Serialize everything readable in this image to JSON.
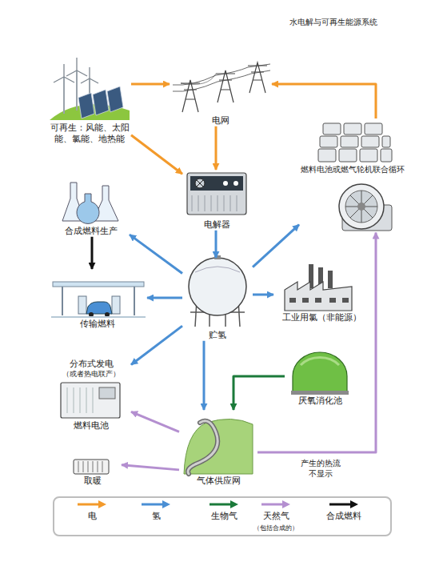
{
  "diagram": {
    "title": "水电解与可再生能源系统",
    "nodes": [
      {
        "text": [
          "可再生：风能、太阳能、氯能、地热能"
        ]
      },
      {
        "text": [
          "电网"
        ]
      },
      {
        "text": [
          "燃料电池或燃气轮机联合循环"
        ]
      },
      {
        "text": [
          "电解器"
        ]
      },
      {
        "text": [
          "合成燃料生产"
        ]
      },
      {
        "text": [
          "贮氢"
        ]
      },
      {
        "text": [
          "传输燃料"
        ]
      },
      {
        "text": [
          "工业用氯（非能源）"
        ]
      },
      {
        "text": [
          "厌氧消化池"
        ]
      },
      {
        "text": [
          "分布式发电",
          "（或者热电联产）",
          "燃料电池"
        ]
      },
      {
        "text": [
          "气体供应网"
        ]
      },
      {
        "text": [
          "取暖"
        ]
      }
    ],
    "edges": [
      {
        "from": 0,
        "to": 1,
        "arrow": "to"
      },
      {
        "from": 0,
        "to": 3,
        "arrow": "to"
      },
      {
        "from": 1,
        "to": 3,
        "arrow": "to"
      },
      {
        "from": 2,
        "to": 1,
        "arrow": "to"
      },
      {
        "from": 3,
        "to": 5,
        "arrow": "to"
      },
      {
        "from": 5,
        "to": 4,
        "arrow": "to"
      },
      {
        "from": 4,
        "to": 6,
        "arrow": "to"
      },
      {
        "from": 5,
        "to": 6,
        "arrow": "to"
      },
      {
        "from": 5,
        "to": 2,
        "arrow": "to"
      },
      {
        "from": 5,
        "to": 7,
        "arrow": "to"
      },
      {
        "from": 5,
        "to": 9,
        "arrow": "to"
      },
      {
        "from": 5,
        "to": 10,
        "arrow": "to"
      },
      {
        "from": 8,
        "to": 10,
        "arrow": "to"
      },
      {
        "from": 10,
        "to": 9,
        "arrow": "to"
      },
      {
        "from": 10,
        "to": 11,
        "arrow": "to"
      },
      {
        "from": 10,
        "to": 2,
        "arrow": "to"
      }
    ],
    "labels": [
      "产生的热流 不显示",
      "（包括合成的）"
    ],
    "legend": [
      {
        "text": "电",
        "color": "#f39a2b"
      },
      {
        "text": "氢",
        "color": "#4a8fd4"
      },
      {
        "text": "生物气",
        "color": "#1b7a3a"
      },
      {
        "text": "天然气",
        "color": "#b48fd0"
      },
      {
        "text": "合成燃料",
        "color": "#111111"
      }
    ]
  }
}
